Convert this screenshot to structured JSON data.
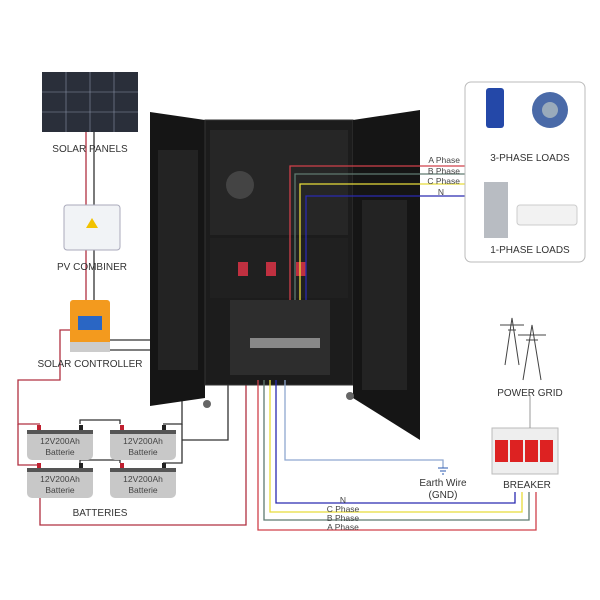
{
  "components": {
    "solar_panels": "SOLAR PANELS",
    "pv_combiner": "PV COMBINER",
    "solar_controller": "SOLAR CONTROLLER",
    "batteries": "BATTERIES",
    "battery_label": "12V200Ah",
    "battery_sub": "Batterie",
    "three_phase_loads": "3-PHASE LOADS",
    "one_phase_loads": "1-PHASE LOADS",
    "power_grid": "POWER GRID",
    "breaker": "BREAKER",
    "earth_wire": "Earth Wire",
    "earth_gnd": "(GND)"
  },
  "output_lines": {
    "a": "A Phase",
    "b": "B Phase",
    "c": "C Phase",
    "n": "N"
  },
  "grid_lines": {
    "n": "N",
    "c": "C Phase",
    "b": "B Phase",
    "a": "A Phase"
  },
  "colors": {
    "a": "#d0404a",
    "b": "#5f7a70",
    "c": "#e8dc3a",
    "n": "#2a2ab0",
    "dc": "#b03040",
    "cabinet": "#1a1a1a"
  }
}
